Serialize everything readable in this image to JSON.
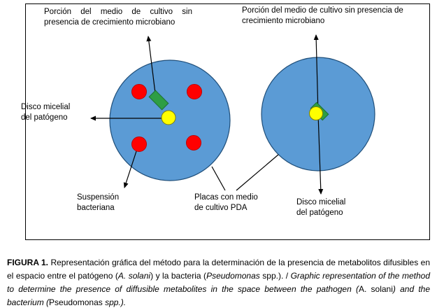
{
  "figure": {
    "labels": {
      "top_left": "Porción del medio de cultivo sin presencia de crecimiento microbiano",
      "top_right": "Porción del medio de cultivo sin presencia de crecimiento microbiano",
      "disc_left": "Disco micelial del patógeno",
      "suspension": "Suspensión bacteriana",
      "plates": "Placas con medio de cultivo PDA",
      "disc_right": "Disco micelial del patógeno"
    },
    "colors": {
      "plate_fill": "#5b9bd5",
      "plate_stroke": "#1f4e79",
      "bacteria_fill": "#ff0000",
      "bacteria_stroke": "#c00000",
      "disc_fill": "#ffff00",
      "disc_stroke": "#808000",
      "medium_fill": "#2e9e44",
      "medium_stroke": "#1d6f31",
      "line": "#000000"
    }
  },
  "caption": {
    "segments": [
      {
        "text": "FIGURA 1. "
      },
      {
        "text": "Representación gráfica del método para la determinación de la presencia de metabolitos difusibles en el espacio entre el patógeno ("
      },
      {
        "text": "A. solani"
      },
      {
        "text": ") y la bacteria ("
      },
      {
        "text": "Pseudomonas"
      },
      {
        "text": " spp.). / "
      },
      {
        "text": "Graphic representation of the method to determine the presence of diffusible metabolites in the space between the pathogen ("
      },
      {
        "text": "A. solani"
      },
      {
        "text": ") and the bacterium ("
      },
      {
        "text": "Pseudomonas"
      },
      {
        "text": " spp.)."
      }
    ]
  }
}
